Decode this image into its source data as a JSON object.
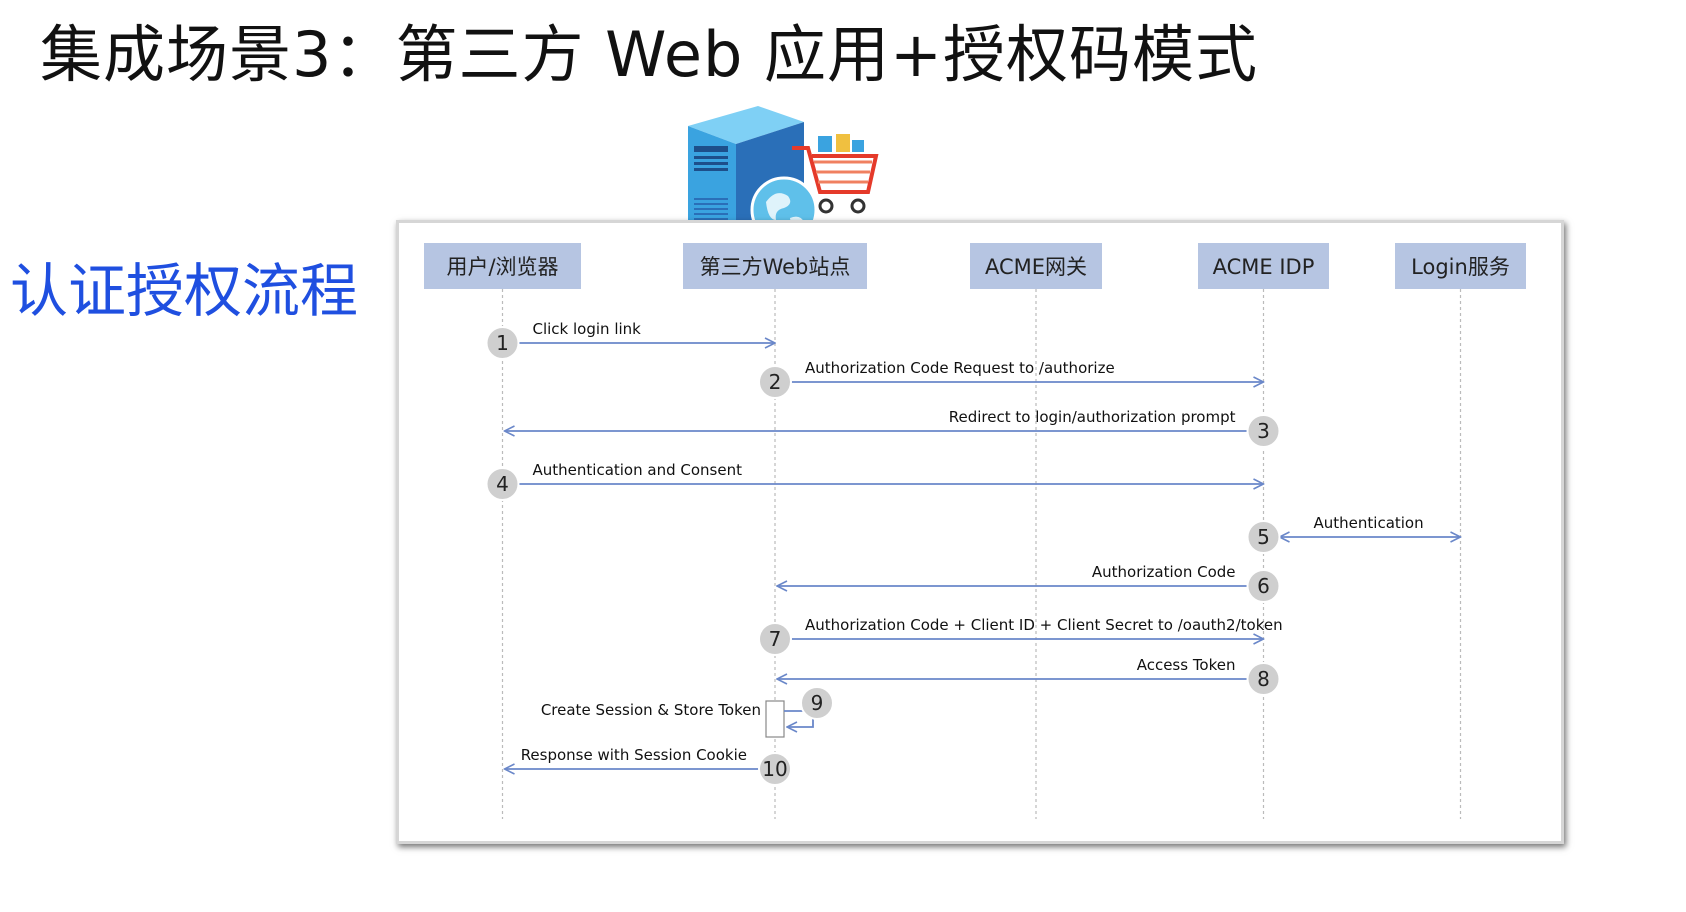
{
  "title": "集成场景3：第三方 Web 应用+授权码模式",
  "side_title": "认证授权流程",
  "participants": [
    "用户/浏览器",
    "第三方Web站点",
    "ACME网关",
    "ACME IDP",
    "Login服务"
  ],
  "steps": [
    {
      "num": "1",
      "label": "Click login link",
      "from": 0,
      "to": 1
    },
    {
      "num": "2",
      "label": "Authorization Code Request to /authorize",
      "from": 1,
      "to": 3
    },
    {
      "num": "3",
      "label": "Redirect to login/authorization prompt",
      "from": 3,
      "to": 0
    },
    {
      "num": "4",
      "label": "Authentication and Consent",
      "from": 0,
      "to": 3
    },
    {
      "num": "5",
      "label": "Authentication",
      "from": 3,
      "to": 4,
      "bidirectional": true
    },
    {
      "num": "6",
      "label": "Authorization Code",
      "from": 3,
      "to": 1
    },
    {
      "num": "7",
      "label": "Authorization Code + Client ID + Client Secret to /oauth2/token",
      "from": 1,
      "to": 3
    },
    {
      "num": "8",
      "label": "Access Token",
      "from": 3,
      "to": 1
    },
    {
      "num": "9",
      "label": "Create Session & Store Token",
      "from": 1,
      "to": 1,
      "self": true
    },
    {
      "num": "10",
      "label": "Response with Session Cookie",
      "from": 1,
      "to": 0
    }
  ],
  "colors": {
    "title": "#111111",
    "side_title": "#1f4fe0",
    "participant_box": "#b6c5e2",
    "arrow": "#6a87c9",
    "badge": "#cfcfcf"
  },
  "icons": [
    "server-icon",
    "globe-icon",
    "shopping-cart-icon"
  ]
}
